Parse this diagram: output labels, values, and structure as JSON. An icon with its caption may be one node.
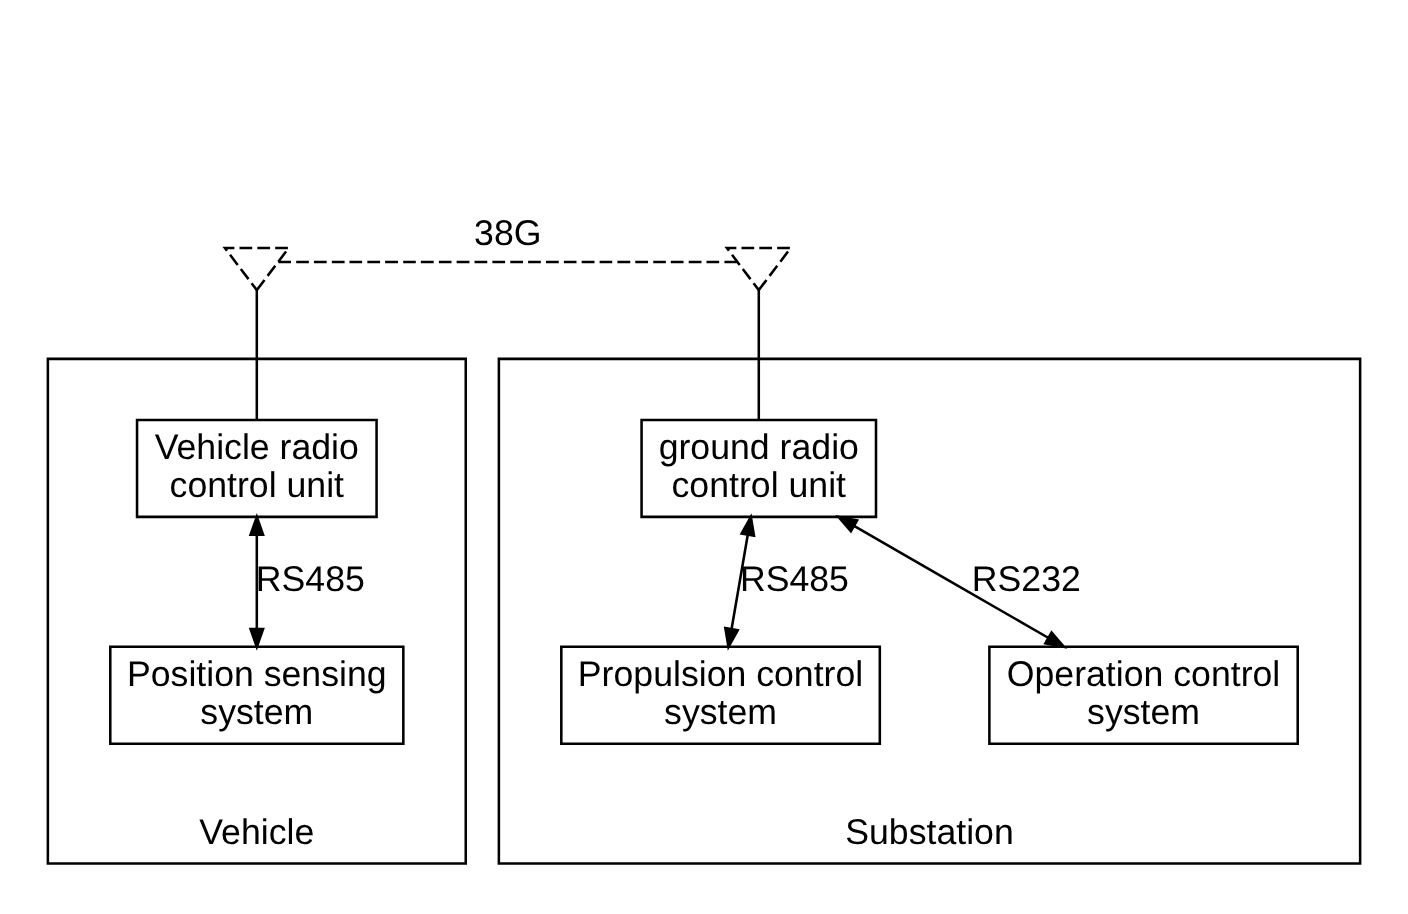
{
  "diagram": {
    "nodes": [
      {
        "text": [
          "Vehicle"
        ]
      },
      {
        "text": [
          "Vehicle radio control unit"
        ],
        "in": 0
      },
      {
        "text": [
          "Position sensing system"
        ],
        "in": 0
      },
      {
        "text": [
          "Substation"
        ]
      },
      {
        "text": [
          "ground radio control unit"
        ],
        "in": 3
      },
      {
        "text": [
          "Propulsion control system"
        ],
        "in": 3
      },
      {
        "text": [
          "Operation control system"
        ],
        "in": 3
      },
      {
        "text": [],
        "shape": "antenna"
      },
      {
        "text": [],
        "shape": "antenna"
      }
    ],
    "edges": [
      {
        "from": 7,
        "to": 8,
        "arrow": "none",
        "label": "38G",
        "style": "dashed"
      },
      {
        "from": 7,
        "to": 1,
        "arrow": "none"
      },
      {
        "from": 8,
        "to": 4,
        "arrow": "none"
      },
      {
        "from": 1,
        "to": 2,
        "arrow": "both",
        "label": "RS485"
      },
      {
        "from": 4,
        "to": 5,
        "arrow": "both",
        "label": "RS485"
      },
      {
        "from": 4,
        "to": 6,
        "arrow": "both",
        "label": "RS232"
      }
    ]
  }
}
